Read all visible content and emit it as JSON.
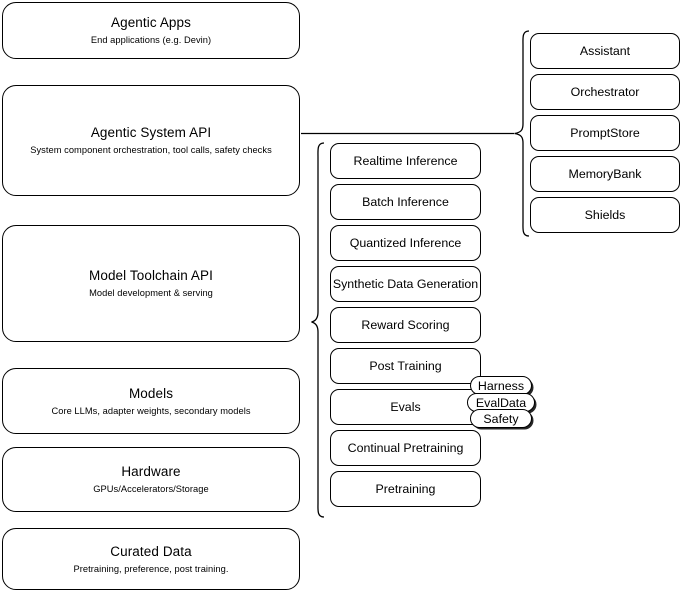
{
  "diagram": {
    "title": "Llama Stack layered architecture",
    "background_color": "#ffffff",
    "stroke_color": "#000000"
  },
  "layers": [
    {
      "id": "agentic-apps",
      "title": "Agentic Apps",
      "subtitle": "End applications (e.g. Devin)"
    },
    {
      "id": "agentic-system-api",
      "title": "Agentic System API",
      "subtitle": "System component orchestration, tool calls, safety checks"
    },
    {
      "id": "model-toolchain-api",
      "title": "Model Toolchain API",
      "subtitle": "Model development & serving"
    },
    {
      "id": "models",
      "title": "Models",
      "subtitle": "Core LLMs, adapter weights, secondary models"
    },
    {
      "id": "hardware",
      "title": "Hardware",
      "subtitle": "GPUs/Accelerators/Storage"
    },
    {
      "id": "curated-data",
      "title": "Curated Data",
      "subtitle": "Pretraining, preference, post training."
    }
  ],
  "toolchain_components": [
    {
      "id": "realtime-inference",
      "label": "Realtime Inference"
    },
    {
      "id": "batch-inference",
      "label": "Batch Inference"
    },
    {
      "id": "quantized-inference",
      "label": "Quantized Inference"
    },
    {
      "id": "synthetic-data-generation",
      "label": "Synthetic Data Generation"
    },
    {
      "id": "reward-scoring",
      "label": "Reward Scoring"
    },
    {
      "id": "post-training",
      "label": "Post Training"
    },
    {
      "id": "evals",
      "label": "Evals"
    },
    {
      "id": "continual-pretraining",
      "label": "Continual Pretraining"
    },
    {
      "id": "pretraining",
      "label": "Pretraining"
    }
  ],
  "agentic_components": [
    {
      "id": "assistant",
      "label": "Assistant"
    },
    {
      "id": "orchestrator",
      "label": "Orchestrator"
    },
    {
      "id": "promptstore",
      "label": "PromptStore"
    },
    {
      "id": "memorybank",
      "label": "MemoryBank"
    },
    {
      "id": "shields",
      "label": "Shields"
    }
  ],
  "evals_pills": [
    {
      "id": "harness",
      "label": "Harness"
    },
    {
      "id": "evaldata",
      "label": "EvalData"
    },
    {
      "id": "safety",
      "label": "Safety"
    }
  ]
}
